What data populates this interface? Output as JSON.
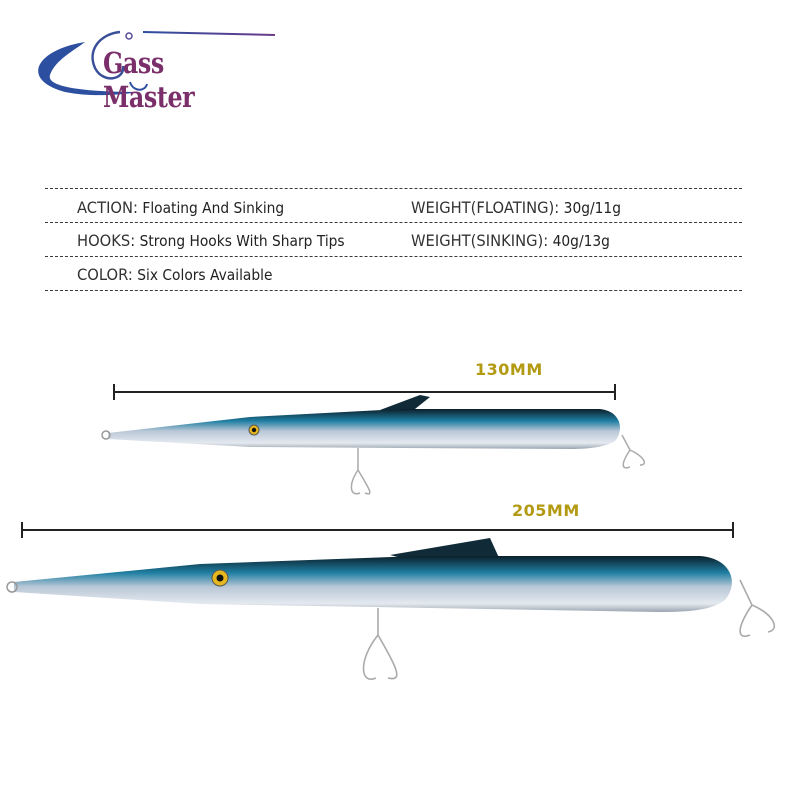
{
  "brand": {
    "name": "Gass Master",
    "logo_icon": "fish-hook-swoosh-icon",
    "colors": {
      "swoosh": "#2d4fa0",
      "text": "#7a2f6a"
    }
  },
  "specs": {
    "rows": [
      {
        "left_label": "ACTION:",
        "left_value": "Floating And Sinking",
        "right_label": "WEIGHT(FLOATING):",
        "right_value": "30g/11g"
      },
      {
        "left_label": "HOOKS:",
        "left_value": "Strong Hooks With Sharp Tips",
        "right_label": "WEIGHT(SINKING):",
        "right_value": "40g/13g"
      },
      {
        "left_label": "COLOR:",
        "left_value": "Six Colors Available",
        "right_label": "",
        "right_value": ""
      }
    ]
  },
  "lures": [
    {
      "size_label": "130MM",
      "body_color": "#1f6f8f"
    },
    {
      "size_label": "205MM",
      "body_color": "#1f6f8f"
    }
  ],
  "accent": {
    "measure_label": "#b39a13"
  }
}
